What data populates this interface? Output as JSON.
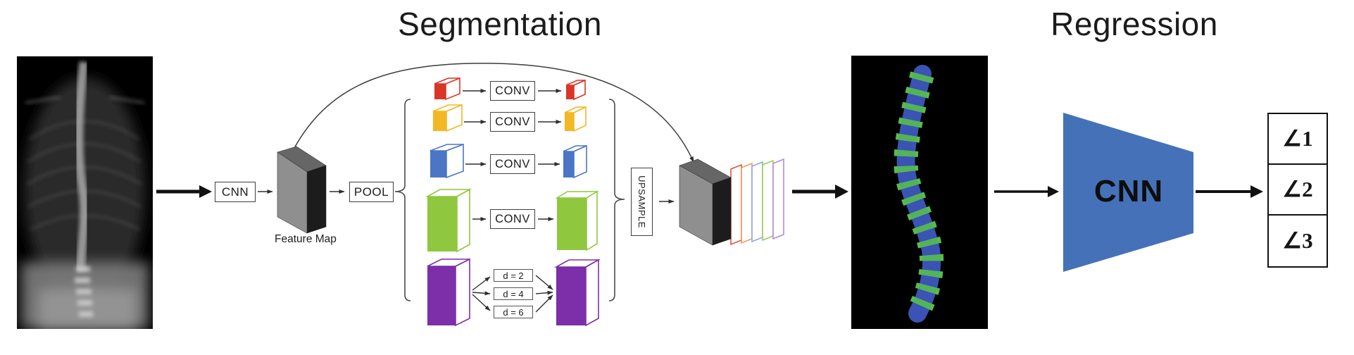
{
  "titles": {
    "segmentation": "Segmentation",
    "regression": "Regression"
  },
  "seg": {
    "cnn": "CNN",
    "feature_map": "Feature Map",
    "pool": "POOL",
    "upsample": "UPSAMPLE",
    "branches": [
      {
        "name": "red",
        "color": "#D93528",
        "op": "CONV"
      },
      {
        "name": "yellow",
        "color": "#F2B722",
        "op": "CONV"
      },
      {
        "name": "blue",
        "color": "#4B76C5",
        "op": "CONV"
      },
      {
        "name": "green",
        "color": "#8FC73F",
        "op": "CONV"
      },
      {
        "name": "purple",
        "color": "#7C2FA8",
        "dilations": [
          "d = 2",
          "d = 4",
          "d = 6"
        ]
      }
    ],
    "stack_outline_colors": [
      "#E05247",
      "#F09A58",
      "#8FA7DE",
      "#9BCB5B",
      "#B289DB"
    ]
  },
  "reg": {
    "cnn": "CNN",
    "trapezoid_color": "#4571B8",
    "outputs": [
      "∠1",
      "∠2",
      "∠3"
    ]
  },
  "panel_colors": {
    "xray_bg": "#000000",
    "segmented_bg": "#000000",
    "spine_blue": "#3A53B4",
    "spine_green": "#57BE4E"
  },
  "diagram_colors": {
    "slab_front": "#8F8F8F",
    "slab_top": "#666666",
    "slab_side": "#1C1C1C"
  }
}
